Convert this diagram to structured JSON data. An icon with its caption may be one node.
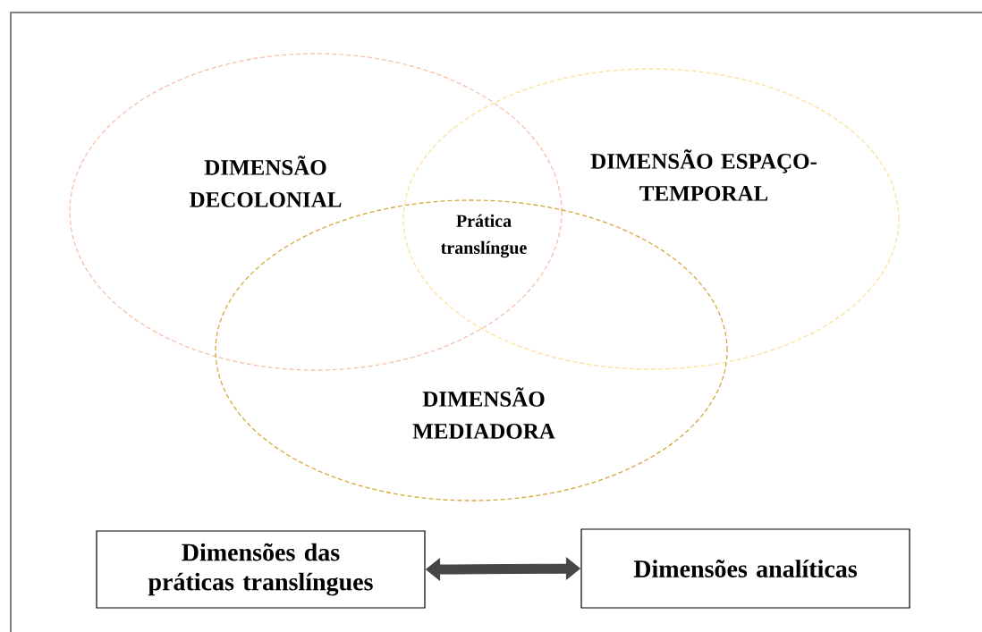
{
  "diagram": {
    "nodes": [
      {
        "text": [
          "DIMENSÃO DECOLONIAL"
        ]
      },
      {
        "text": [
          "DIMENSÃO ESPAÇO-TEMPORAL"
        ]
      },
      {
        "text": [
          "DIMENSÃO MEDIADORA"
        ]
      },
      {
        "text": [
          "Dimensões das práticas translíngues"
        ]
      },
      {
        "text": [
          "Dimensões analíticas"
        ]
      }
    ],
    "edges": [
      {
        "from": 3,
        "to": 4,
        "arrow": "both"
      }
    ],
    "labels": [
      "Prática translíngue"
    ]
  }
}
